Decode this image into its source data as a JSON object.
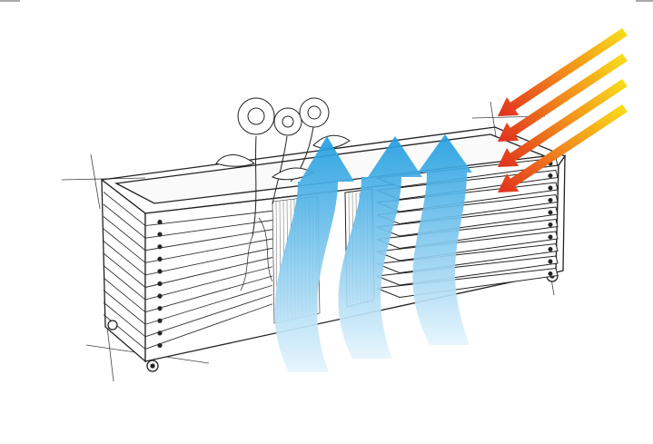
{
  "illustration": {
    "subject": "planter-box-airflow-sketch",
    "colors": {
      "line": "#2a2a2a",
      "airflow_top": "#1f9de0",
      "airflow_bottom": "#e6f5fd",
      "heat_start": "#e0301e",
      "heat_mid": "#f28a1c",
      "heat_end": "#f8e21a"
    },
    "airflow_arrow_count": 3,
    "heat_arrow_count": 4,
    "sunflower_count": 3,
    "front_slat_count": 12
  }
}
